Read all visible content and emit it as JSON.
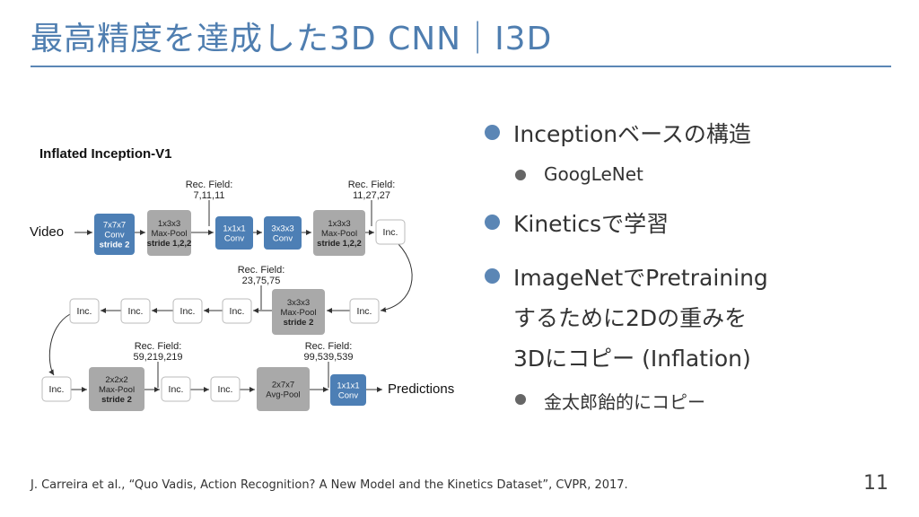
{
  "title": "最高精度を達成した3D CNN｜I3D",
  "diagram": {
    "heading": "Inflated Inception-V1",
    "input_label": "Video",
    "output_label": "Predictions",
    "blue_color": "#4d7fb5",
    "gray_color": "#a9a9a9",
    "nodes": [
      {
        "key": "n1",
        "lines": [
          "7x7x7",
          "Conv",
          "stride 2"
        ],
        "style": "blue"
      },
      {
        "key": "n2",
        "lines": [
          "1x3x3",
          "Max-Pool",
          "stride 1,2,2"
        ],
        "style": "gray"
      },
      {
        "key": "n3",
        "lines": [
          "1x1x1",
          "Conv"
        ],
        "style": "blue"
      },
      {
        "key": "n4",
        "lines": [
          "3x3x3",
          "Conv"
        ],
        "style": "blue"
      },
      {
        "key": "n5",
        "lines": [
          "1x3x3",
          "Max-Pool",
          "stride 1,2,2"
        ],
        "style": "gray"
      },
      {
        "key": "n6",
        "lines": [
          "Inc."
        ],
        "style": "white"
      },
      {
        "key": "n7",
        "lines": [
          "Inc."
        ],
        "style": "white"
      },
      {
        "key": "n8",
        "lines": [
          "3x3x3",
          "Max-Pool",
          "stride 2"
        ],
        "style": "gray"
      },
      {
        "key": "n9",
        "lines": [
          "Inc."
        ],
        "style": "white"
      },
      {
        "key": "n10",
        "lines": [
          "Inc."
        ],
        "style": "white"
      },
      {
        "key": "n11",
        "lines": [
          "Inc."
        ],
        "style": "white"
      },
      {
        "key": "n12",
        "lines": [
          "Inc."
        ],
        "style": "white"
      },
      {
        "key": "n13",
        "lines": [
          "Inc."
        ],
        "style": "white"
      },
      {
        "key": "n14",
        "lines": [
          "2x2x2",
          "Max-Pool",
          "stride 2"
        ],
        "style": "gray"
      },
      {
        "key": "n15",
        "lines": [
          "Inc."
        ],
        "style": "white"
      },
      {
        "key": "n16",
        "lines": [
          "Inc."
        ],
        "style": "white"
      },
      {
        "key": "n17",
        "lines": [
          "2x7x7",
          "Avg-Pool"
        ],
        "style": "gray"
      },
      {
        "key": "n18",
        "lines": [
          "1x1x1",
          "Conv"
        ],
        "style": "blue"
      }
    ],
    "rec_fields": [
      {
        "key": "rf1",
        "lines": [
          "Rec. Field:",
          "7,11,11"
        ]
      },
      {
        "key": "rf2",
        "lines": [
          "Rec. Field:",
          "11,27,27"
        ]
      },
      {
        "key": "rf3",
        "lines": [
          "Rec. Field:",
          "23,75,75"
        ]
      },
      {
        "key": "rf4",
        "lines": [
          "Rec. Field:",
          "59,219,219"
        ]
      },
      {
        "key": "rf5",
        "lines": [
          "Rec. Field:",
          "99,539,539"
        ]
      }
    ]
  },
  "bullets": [
    {
      "level": 1,
      "text": "Inceptionベースの構造"
    },
    {
      "level": 2,
      "text": "GoogLeNet"
    },
    {
      "level": 1,
      "text": "Kineticsで学習"
    },
    {
      "level": 1,
      "text": "ImageNetでPretraining"
    },
    {
      "level": 0,
      "text": "するために2Dの重みを"
    },
    {
      "level": 0,
      "text": "3Dにコピー (Inflation)"
    },
    {
      "level": 2,
      "text": "金太郎飴的にコピー"
    }
  ],
  "citation": "J. Carreira et al., “Quo Vadis, Action Recognition? A New Model and the Kinetics Dataset”, CVPR, 2017.",
  "page_number": "11"
}
